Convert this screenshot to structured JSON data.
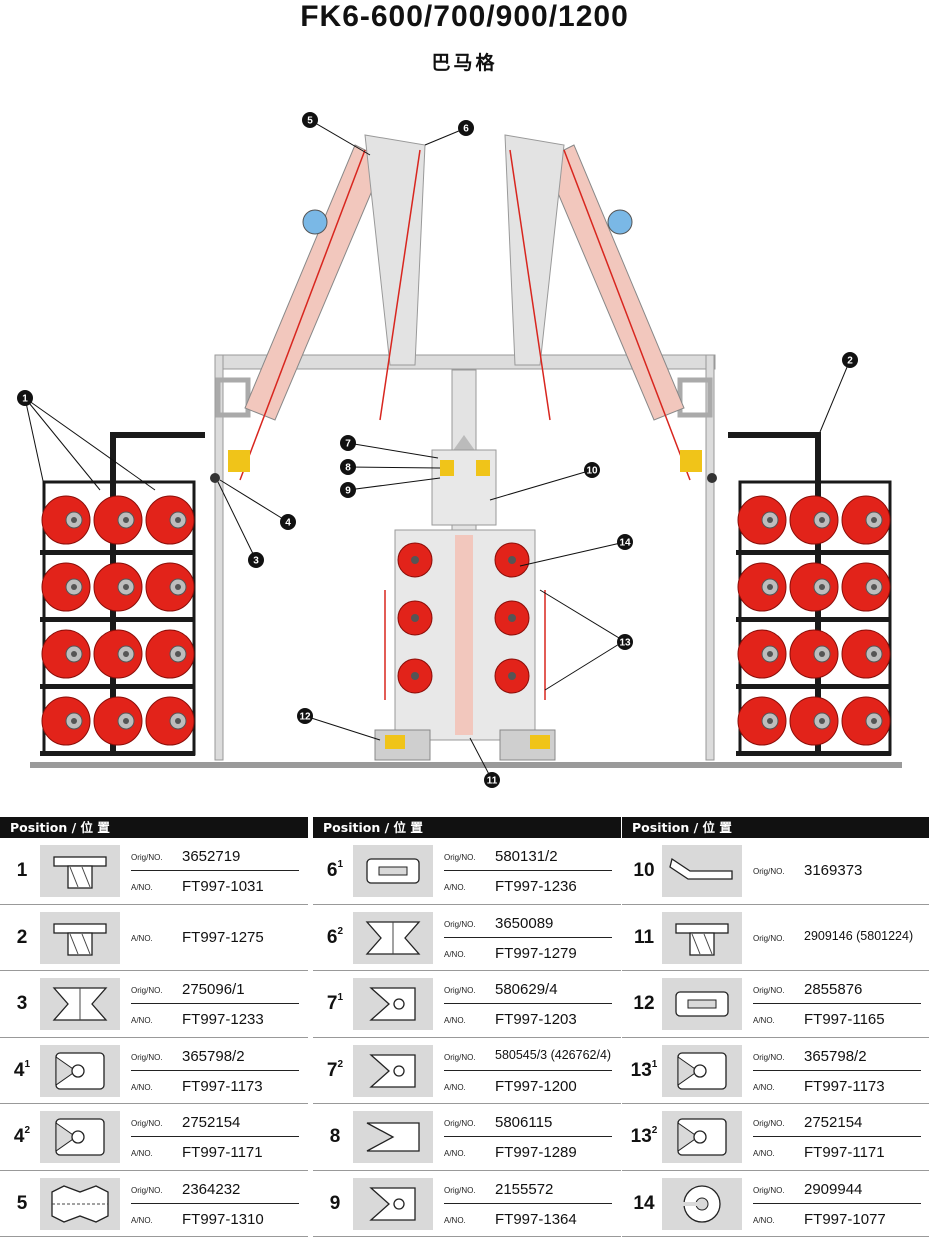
{
  "header": {
    "title": "FK6-600/700/900/1200",
    "subtitle": "巴马格"
  },
  "callouts": [
    "1",
    "2",
    "3",
    "4",
    "5",
    "6",
    "7",
    "8",
    "9",
    "10",
    "11",
    "12",
    "13",
    "14"
  ],
  "colors": {
    "bobbin": "#e2231a",
    "frame": "#1a1a1a",
    "structure": "#cfcfcf",
    "panel": "#f2c7bd",
    "thread": "#d8261f",
    "guide": "#f0c419",
    "sensor": "#7ab8e6"
  },
  "table": {
    "header_label": "Position / 位 置",
    "orig_label": "Orig/NO.",
    "ano_label": "A/NO.",
    "columns": [
      [
        {
          "pos": "1",
          "sup": "",
          "icon": "bushing-icon",
          "orig": "3652719",
          "ano": "FT997-1031"
        },
        {
          "pos": "2",
          "sup": "",
          "icon": "bushing-icon",
          "orig": "",
          "ano": "FT997-1275"
        },
        {
          "pos": "3",
          "sup": "",
          "icon": "spool-guide-icon",
          "orig": "275096/1",
          "ano": "FT997-1233"
        },
        {
          "pos": "4",
          "sup": "1",
          "icon": "eyelet-guide-icon",
          "orig": "365798/2",
          "ano": "FT997-1173"
        },
        {
          "pos": "4",
          "sup": "2",
          "icon": "eyelet-guide-icon",
          "orig": "2752154",
          "ano": "FT997-1171"
        },
        {
          "pos": "5",
          "sup": "",
          "icon": "roller-icon",
          "orig": "2364232",
          "ano": "FT997-1310"
        }
      ],
      [
        {
          "pos": "6",
          "sup": "1",
          "icon": "slot-guide-icon",
          "orig": "580131/2",
          "ano": "FT997-1236"
        },
        {
          "pos": "6",
          "sup": "2",
          "icon": "spool-guide-icon",
          "orig": "3650089",
          "ano": "FT997-1279"
        },
        {
          "pos": "7",
          "sup": "1",
          "icon": "hook-guide-icon",
          "orig": "580629/4",
          "ano": "FT997-1203"
        },
        {
          "pos": "7",
          "sup": "2",
          "icon": "hook-guide-icon",
          "orig": "580545/3 (426762/4)",
          "ano": "FT997-1200"
        },
        {
          "pos": "8",
          "sup": "",
          "icon": "fork-guide-icon",
          "orig": "5806115",
          "ano": "FT997-1289"
        },
        {
          "pos": "9",
          "sup": "",
          "icon": "hook-guide-icon",
          "orig": "2155572",
          "ano": "FT997-1364"
        }
      ],
      [
        {
          "pos": "10",
          "sup": "",
          "icon": "rod-guide-icon",
          "orig": "3169373",
          "ano": ""
        },
        {
          "pos": "11",
          "sup": "",
          "icon": "bushing-icon",
          "orig": "2909146 (5801224)",
          "ano": ""
        },
        {
          "pos": "12",
          "sup": "",
          "icon": "slot-guide-icon",
          "orig": "2855876",
          "ano": "FT997-1165"
        },
        {
          "pos": "13",
          "sup": "1",
          "icon": "eyelet-guide-icon",
          "orig": "365798/2",
          "ano": "FT997-1173"
        },
        {
          "pos": "13",
          "sup": "2",
          "icon": "eyelet-guide-icon",
          "orig": "2752154",
          "ano": "FT997-1171"
        },
        {
          "pos": "14",
          "sup": "",
          "icon": "ring-guide-icon",
          "orig": "2909944",
          "ano": "FT997-1077"
        }
      ]
    ]
  }
}
